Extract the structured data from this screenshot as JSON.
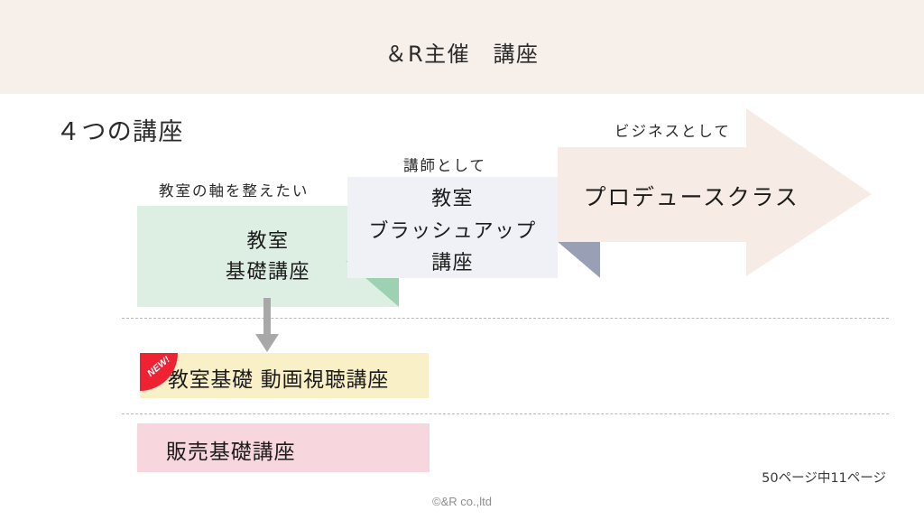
{
  "header": {
    "title": "＆R主催　講座",
    "background": "#f7efe9"
  },
  "slide": {
    "heading": "４つの講座",
    "background": "#ffffff"
  },
  "stages": [
    {
      "id": "classroom-basic",
      "caption": "教室の軸を整えたい",
      "label": "教室\n基礎講座",
      "color": "#ddefe2",
      "fold_color": "#9ed0b2"
    },
    {
      "id": "classroom-brushup",
      "caption": "講師として",
      "label": "教室\nブラッシュアップ\n講座",
      "color": "#eff1f6",
      "fold_color": "#99a0b6"
    },
    {
      "id": "produce-class",
      "caption": "ビジネスとして",
      "label": "プロデュースクラス",
      "color": "#f7ece5",
      "shape": "arrow"
    }
  ],
  "courses": [
    {
      "id": "video-course",
      "label": "教室基礎 動画視聴講座",
      "badge": "NEW!",
      "badge_color": "#ef2233",
      "color": "#faf0c8"
    },
    {
      "id": "sales-basic",
      "label": "販売基礎講座",
      "color": "#f7d6dd"
    }
  ],
  "connector": {
    "icon": "down-arrow-icon",
    "color": "#a8a8a8"
  },
  "footer": {
    "page_indicator": "50ページ中11ページ",
    "copyright": "©&R co.,ltd"
  }
}
